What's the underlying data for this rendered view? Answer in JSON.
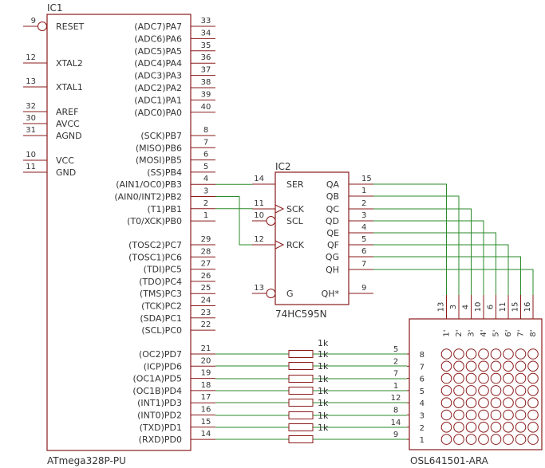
{
  "ic1": {
    "name": "IC1",
    "part": "ATmega328P-PU",
    "left_pins": [
      {
        "num": "9",
        "label": "RESET",
        "bubble": true
      },
      {
        "num": "12",
        "label": "XTAL2"
      },
      {
        "num": "13",
        "label": "XTAL1"
      },
      {
        "num": "32",
        "label": "AREF"
      },
      {
        "num": "30",
        "label": "AVCC"
      },
      {
        "num": "31",
        "label": "AGND"
      },
      {
        "num": "10",
        "label": "VCC"
      },
      {
        "num": "11",
        "label": "GND"
      }
    ],
    "right_pins": [
      {
        "num": "33",
        "label": "(ADC7)PA7"
      },
      {
        "num": "34",
        "label": "(ADC6)PA6"
      },
      {
        "num": "35",
        "label": "(ADC5)PA5"
      },
      {
        "num": "36",
        "label": "(ADC4)PA4"
      },
      {
        "num": "37",
        "label": "(ADC3)PA3"
      },
      {
        "num": "38",
        "label": "(ADC2)PA2"
      },
      {
        "num": "39",
        "label": "(ADC1)PA1"
      },
      {
        "num": "40",
        "label": "(ADC0)PA0"
      },
      {
        "num": "8",
        "label": "(SCK)PB7"
      },
      {
        "num": "7",
        "label": "(MISO)PB6"
      },
      {
        "num": "6",
        "label": "(MOSI)PB5"
      },
      {
        "num": "5",
        "label": "(SS)PB4"
      },
      {
        "num": "4",
        "label": "(AIN1/OC0)PB3"
      },
      {
        "num": "3",
        "label": "(AIN0/INT2)PB2"
      },
      {
        "num": "2",
        "label": "(T1)PB1"
      },
      {
        "num": "1",
        "label": "(T0/XCK)PB0"
      },
      {
        "num": "29",
        "label": "(TOSC2)PC7"
      },
      {
        "num": "28",
        "label": "(TOSC1)PC6"
      },
      {
        "num": "27",
        "label": "(TDI)PC5"
      },
      {
        "num": "26",
        "label": "(TDO)PC4"
      },
      {
        "num": "25",
        "label": "(TMS)PC3"
      },
      {
        "num": "24",
        "label": "(TCK)PC2"
      },
      {
        "num": "23",
        "label": "(SDA)PC1"
      },
      {
        "num": "22",
        "label": "(SCL)PC0"
      },
      {
        "num": "21",
        "label": "(OC2)PD7"
      },
      {
        "num": "20",
        "label": "(ICP)PD6"
      },
      {
        "num": "19",
        "label": "(OC1A)PD5"
      },
      {
        "num": "18",
        "label": "(OC1B)PD4"
      },
      {
        "num": "17",
        "label": "(INT1)PD3"
      },
      {
        "num": "16",
        "label": "(INT0)PD2"
      },
      {
        "num": "15",
        "label": "(TXD)PD1"
      },
      {
        "num": "14",
        "label": "(RXD)PD0"
      }
    ]
  },
  "ic2": {
    "name": "IC2",
    "part": "74HC595N",
    "left_pins": [
      {
        "num": "14",
        "label": "SER"
      },
      {
        "num": "11",
        "label": "SCK",
        "clock": true
      },
      {
        "num": "10",
        "label": "SCL",
        "bubble": true
      },
      {
        "num": "12",
        "label": "RCK",
        "clock": true
      },
      {
        "num": "13",
        "label": "G",
        "bubble": true
      }
    ],
    "right_pins": [
      {
        "num": "15",
        "label": "QA"
      },
      {
        "num": "1",
        "label": "QB"
      },
      {
        "num": "2",
        "label": "QC"
      },
      {
        "num": "3",
        "label": "QD"
      },
      {
        "num": "4",
        "label": "QE"
      },
      {
        "num": "5",
        "label": "QF"
      },
      {
        "num": "6",
        "label": "QG"
      },
      {
        "num": "7",
        "label": "QH"
      },
      {
        "num": "9",
        "label": "QH*"
      }
    ]
  },
  "resistors": {
    "value": "1k",
    "count_labels": [
      "1k",
      "1k",
      "1k",
      "1k",
      "1k",
      "1k",
      "1k"
    ]
  },
  "matrix": {
    "part": "OSL641501-ARA",
    "top_pins": [
      "13",
      "3",
      "4",
      "10",
      "6",
      "11",
      "15",
      "16"
    ],
    "col_labels": [
      "1'",
      "2'",
      "3'",
      "4'",
      "5'",
      "6'",
      "7'",
      "8'"
    ],
    "left_pins": [
      {
        "num": "5",
        "row": "8"
      },
      {
        "num": "2",
        "row": "7"
      },
      {
        "num": "7",
        "row": "6"
      },
      {
        "num": "1",
        "row": "5"
      },
      {
        "num": "12",
        "row": "4"
      },
      {
        "num": "8",
        "row": "3"
      },
      {
        "num": "14",
        "row": "2"
      },
      {
        "num": "9",
        "row": "1"
      }
    ]
  },
  "colors": {
    "wire": "#2a8a2a",
    "part": "#8a1a1a",
    "text": "#333333"
  }
}
